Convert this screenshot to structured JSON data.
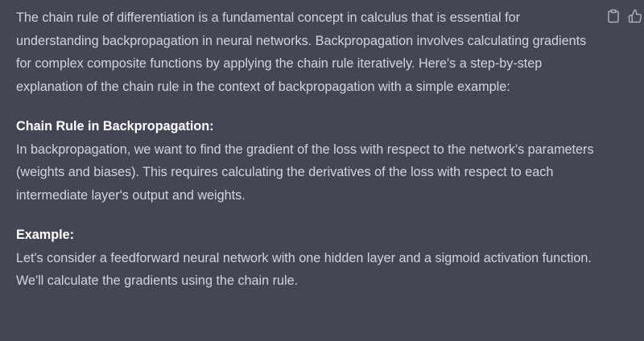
{
  "message": {
    "paragraphs": [
      {
        "text": "The chain rule of differentiation is a fundamental concept in calculus that is essential for understanding backpropagation in neural networks. Backpropagation involves calculating gradients for complex composite functions by applying the chain rule iteratively. Here's a step-by-step explanation of the chain rule in the context of backpropagation with a simple example:"
      },
      {
        "heading": "Chain Rule in Backpropagation:",
        "text": "In backpropagation, we want to find the gradient of the loss with respect to the network's parameters (weights and biases). This requires calculating the derivatives of the loss with respect to each intermediate layer's output and weights."
      },
      {
        "heading": "Example:",
        "text": "Let's consider a feedforward neural network with one hidden layer and a sigmoid activation function. We'll calculate the gradients using the chain rule."
      }
    ]
  },
  "actions": {
    "copy_icon": "clipboard-icon",
    "like_icon": "thumbs-up-icon"
  },
  "colors": {
    "background": "#444654",
    "text": "#d1d5db",
    "heading": "#ffffff",
    "icon": "#acacbe"
  }
}
